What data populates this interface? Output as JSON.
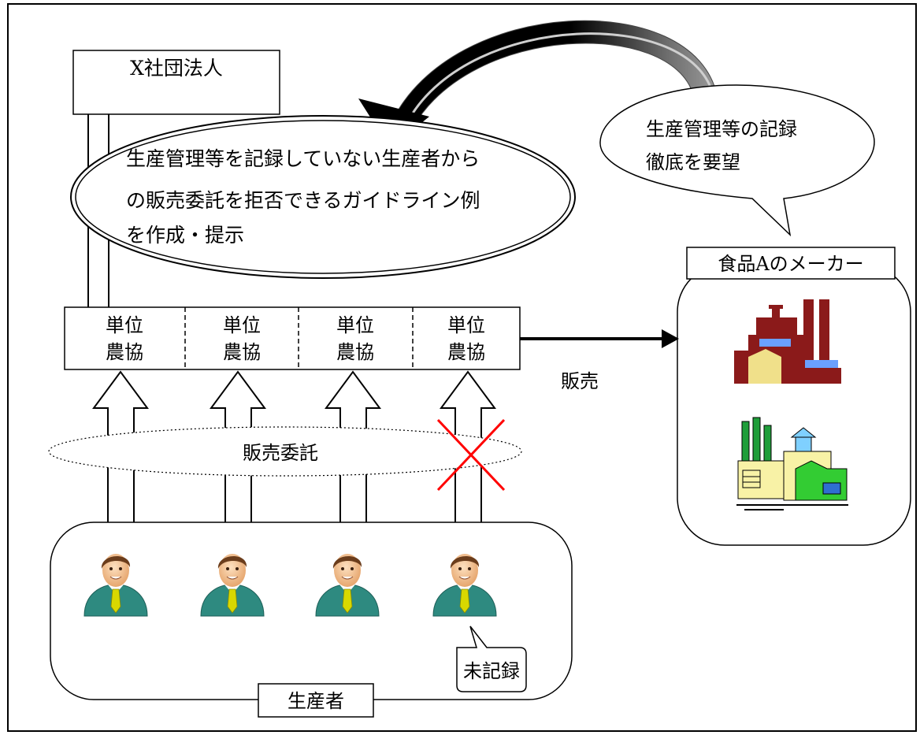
{
  "org_label": "X社団法人",
  "guideline_bubble": {
    "lines": [
      "生産管理等を記録していない生産者から",
      "の販売委託を拒否できるガイドライン例",
      "を作成・提示"
    ]
  },
  "maker_request_bubble": {
    "lines": [
      "生産管理等の記録",
      "徹底を要望"
    ]
  },
  "maker_label": "食品Aのメーカー",
  "coop_units": [
    {
      "line1": "単位",
      "line2": "農協"
    },
    {
      "line1": "単位",
      "line2": "農協"
    },
    {
      "line1": "単位",
      "line2": "農協"
    },
    {
      "line1": "単位",
      "line2": "農協"
    }
  ],
  "sale_label": "販売",
  "consignment_label": "販売委託",
  "producers_label": "生産者",
  "unrecorded_label": "未記録",
  "colors": {
    "reject_mark": "#ff0000",
    "factory_red": "#8b1a1a",
    "factory_green": "#33cc33",
    "suit": "#2e8a80",
    "tie": "#d8d800"
  },
  "icons": [
    "person-icon",
    "factory-red-icon",
    "factory-green-icon",
    "reject-x-icon"
  ]
}
